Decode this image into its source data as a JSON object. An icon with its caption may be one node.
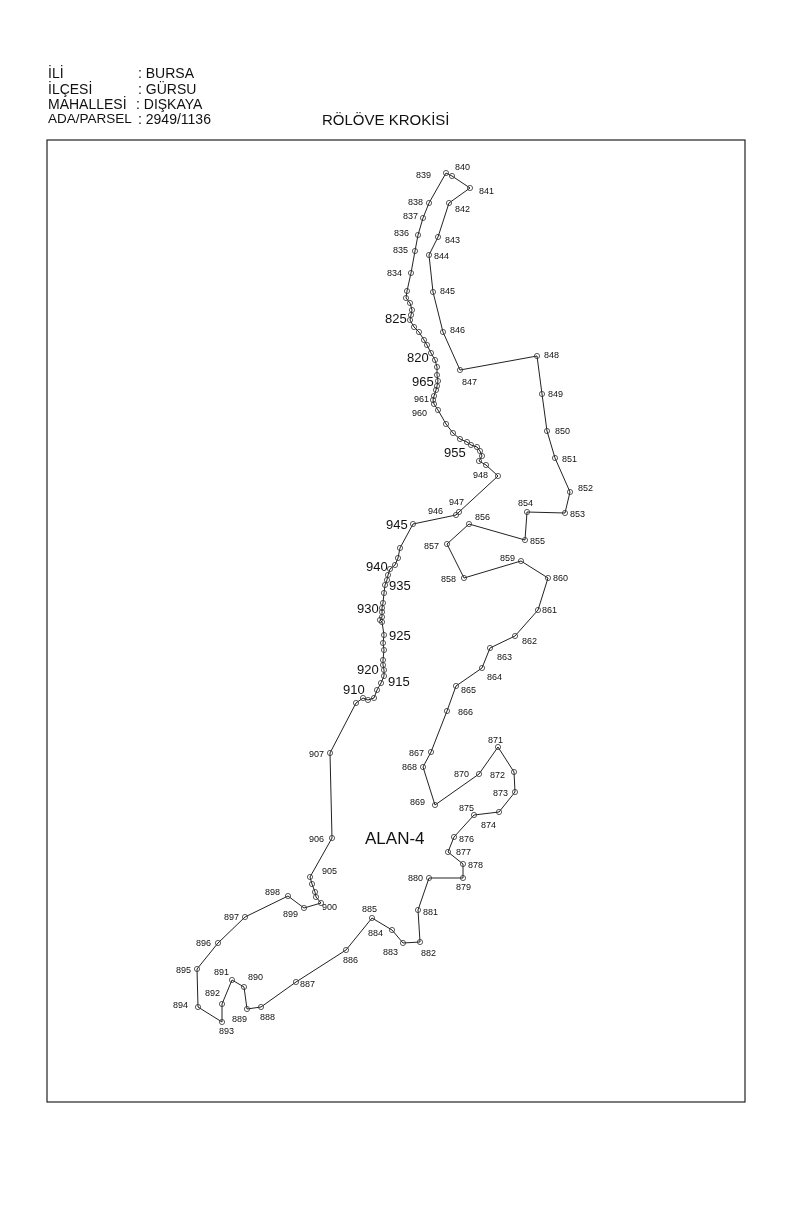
{
  "diagram": {
    "title": "RÖLÖVE KROKİSİ",
    "labels": [
      "İLİ",
      ": BURSA",
      "İLÇESİ",
      ": GÜRSU",
      "MAHALLESİ",
      ": DIŞKAYA",
      "ADA/PARSEL",
      ": 2949/1136",
      "820",
      "825",
      "834",
      "835",
      "836",
      "837",
      "838",
      "839",
      "840",
      "841",
      "842",
      "843",
      "844",
      "845",
      "846",
      "847",
      "848",
      "849",
      "850",
      "851",
      "852",
      "853",
      "854",
      "855",
      "856",
      "857",
      "858",
      "859",
      "860",
      "861",
      "862",
      "863",
      "864",
      "865",
      "866",
      "867",
      "868",
      "869",
      "870",
      "871",
      "872",
      "873",
      "874",
      "875",
      "876",
      "877",
      "878",
      "879",
      "880",
      "881",
      "882",
      "883",
      "884",
      "885",
      "886",
      "887",
      "888",
      "889",
      "890",
      "891",
      "892",
      "893",
      "894",
      "895",
      "896",
      "897",
      "898",
      "899",
      "900",
      "905",
      "906",
      "907",
      "910",
      "915",
      "920",
      "925",
      "930",
      "935",
      "940",
      "945",
      "946",
      "947",
      "948",
      "955",
      "960",
      "961",
      "965",
      "ALAN-4"
    ]
  }
}
